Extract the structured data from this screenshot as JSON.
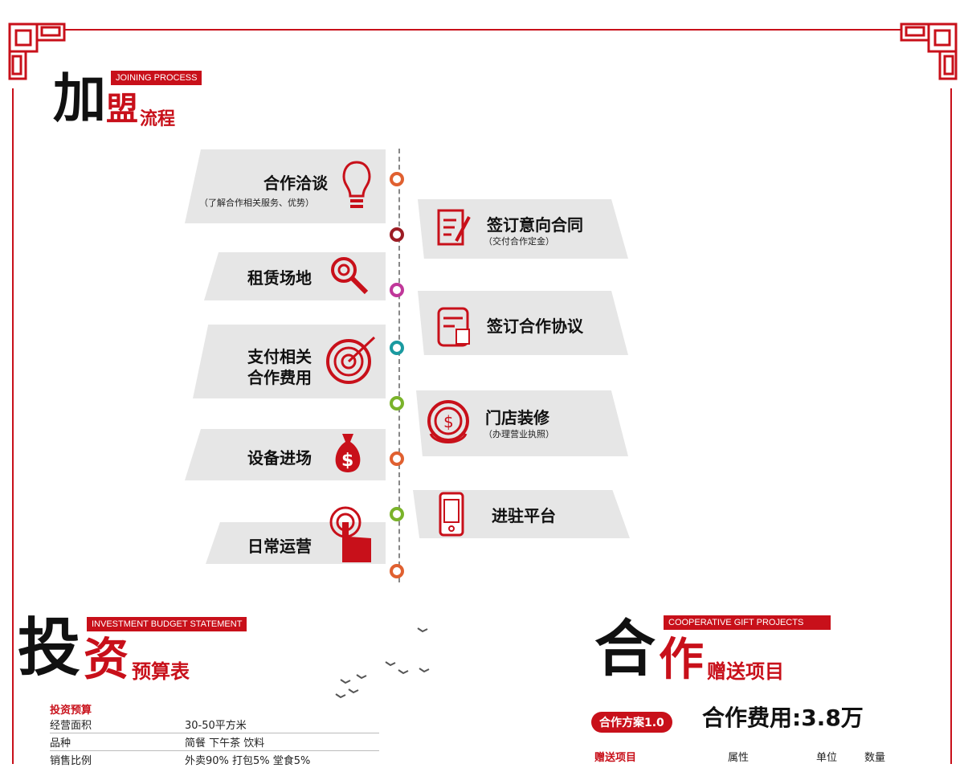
{
  "joining": {
    "tag": "JOINING PROCESS",
    "title_big": "加",
    "title_red": "盟",
    "title_small": "流程"
  },
  "steps": [
    {
      "title": "合作洽谈",
      "sub": "（了解合作相关服务、优势）",
      "icon": "lightbulb-icon",
      "node_color": "#e06030"
    },
    {
      "title": "签订意向合同",
      "sub": "（交付合作定金）",
      "icon": "contract-pen-icon",
      "node_color": "#9c1c24"
    },
    {
      "title": "租赁场地",
      "sub": "",
      "icon": "magnifier-icon",
      "node_color": "#c0379a"
    },
    {
      "title": "签订合作协议",
      "sub": "",
      "icon": "agreement-icon",
      "node_color": "#1a9aa0"
    },
    {
      "title": "支付相关",
      "title2": "合作费用",
      "sub": "",
      "icon": "target-icon",
      "node_color": "#7ab32a"
    },
    {
      "title": "门店装修",
      "sub": "（办理营业执照）",
      "icon": "coin-icon",
      "node_color": "#e06030"
    },
    {
      "title": "设备进场",
      "sub": "",
      "icon": "money-bag-icon",
      "node_color": "#7ab32a"
    },
    {
      "title": "进驻平台",
      "sub": "",
      "icon": "phone-icon",
      "node_color": "#e06030"
    },
    {
      "title": "日常运营",
      "sub": "",
      "icon": "hand-tap-icon",
      "node_color": "#e06030"
    }
  ],
  "investment": {
    "tag": "INVESTMENT BUDGET STATEMENT",
    "title_big": "投",
    "title_red": "资",
    "title_small": "预算表",
    "section_label": "投资预算",
    "rows": [
      {
        "k": "经营面积",
        "v": "30-50平方米"
      },
      {
        "k": "品种",
        "v": "简餐  下午茶  饮料"
      },
      {
        "k": "销售比例",
        "v": "外卖90%  打包5%  堂食5%"
      }
    ]
  },
  "gift": {
    "tag": "COOPERATIVE GIFT PROJECTS",
    "title_big": "合",
    "title_red": "作",
    "title_small": "赠送项目",
    "plan": "合作方案1.0",
    "fee": "合作费用:3.8万",
    "headers": [
      "赠送项目",
      "属性",
      "单位",
      "数量"
    ]
  },
  "colors": {
    "accent": "#c8101a",
    "card": "#e6e6e6"
  }
}
